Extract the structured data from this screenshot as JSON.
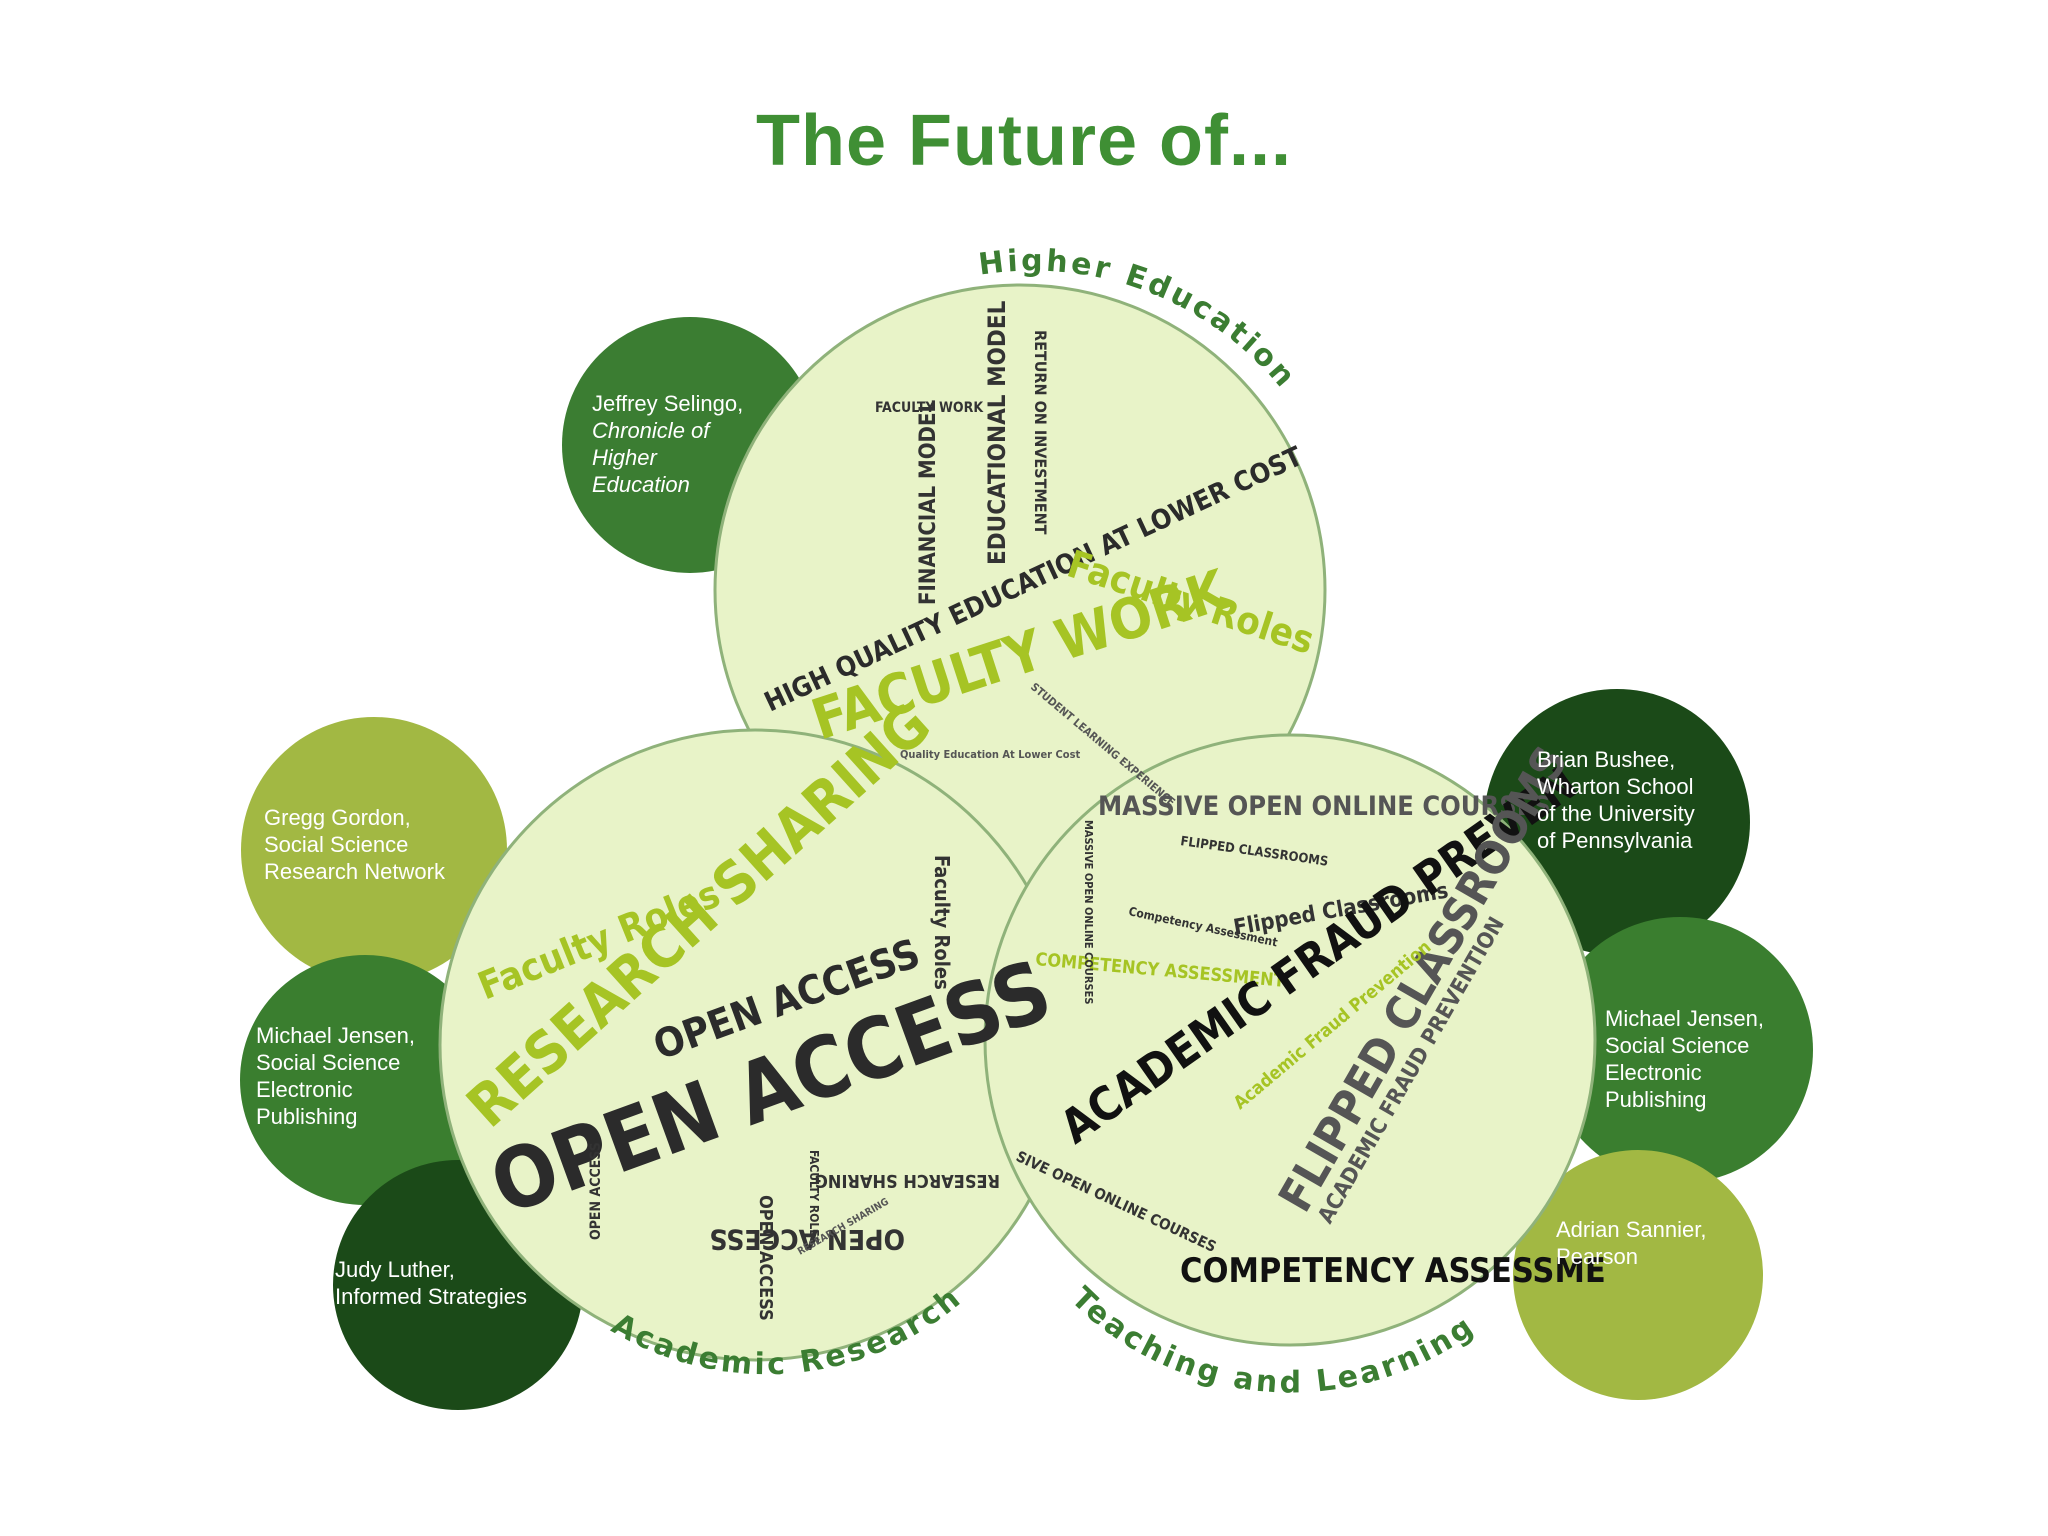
{
  "title": "The Future of...",
  "colors": {
    "title": "#3f8f34",
    "bubble_fill": "#e8f3c8",
    "bubble_stroke": "#7da86a",
    "dark_green": "#1f4d1b",
    "mid_green": "#3b7d32",
    "olive": "#93b23a",
    "light_olive": "#a9c14a",
    "word_dark": "#2b2b2b",
    "word_lime": "#a6c424"
  },
  "topics": {
    "higher_education": "Higher Education",
    "academic_research": "Academic Research",
    "teaching_learning": "Teaching and Learning"
  },
  "speakers": [
    {
      "name": "Jeffrey Selingo,",
      "org": [
        "Chronicle of",
        "Higher",
        "Education"
      ],
      "italic": true
    },
    {
      "name": "Gregg Gordon,",
      "org": [
        "Social Science",
        "Research Network"
      ],
      "italic": false
    },
    {
      "name": "Michael Jensen,",
      "org": [
        "Social Science",
        "Electronic",
        "Publishing"
      ],
      "italic": false
    },
    {
      "name": "Judy Luther,",
      "org": [
        "Informed Strategies"
      ],
      "italic": false
    },
    {
      "name": "Brian Bushee,",
      "org": [
        "Wharton School",
        "of the University",
        "of Pennsylvania"
      ],
      "italic": false
    },
    {
      "name": "Michael Jensen,",
      "org": [
        "Social Science",
        "Electronic",
        "Publishing"
      ],
      "italic": false
    },
    {
      "name": "Adrian Sannier,",
      "org": [
        "Pearson"
      ],
      "italic": false
    }
  ],
  "word_clouds": {
    "higher_education": [
      "FACULTY WORK",
      "HIGH QUALITY EDUCATION AT LOWER COST",
      "Faculty Roles",
      "FINANCIAL MODEL",
      "EDUCATIONAL MODEL",
      "RETURN ON INVESTMENT",
      "FACULTY WORK",
      "Quality Education At Lower Cost",
      "STUDENT LEARNING EXPERIENCE"
    ],
    "academic_research": [
      "RESEARCH SHARING",
      "OPEN ACCESS",
      "OPEN ACCESS",
      "Faculty Roles",
      "OPEN ACCESS",
      "RESEARCH SHARING",
      "FACULTY ROLES",
      "Faculty Roles",
      "OPEN ACCESS",
      "OPEN ACCESS",
      "RESEARCH SHARING"
    ],
    "teaching_learning": [
      "MASSIVE OPEN ONLINE COURSES",
      "FLIPPED CLASSROOMS",
      "Flipped Classrooms",
      "COMPETENCY ASSESSMENT",
      "ACADEMIC FRAUD PREVEN",
      "FLIPPED CLASSROOMS",
      "ACADEMIC FRAUD PREVENTION",
      "Academic Fraud Prevention",
      "SIVE OPEN ONLINE COURSES",
      "COMPETENCY ASSESSME",
      "Competency Assessment",
      "MASSIVE OPEN ONLINE COURSES"
    ]
  }
}
